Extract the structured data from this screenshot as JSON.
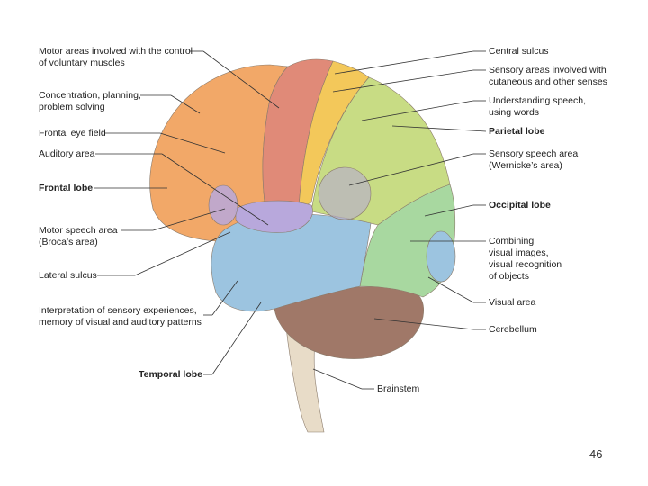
{
  "labels_left": [
    {
      "id": "motor-areas",
      "lines": [
        "Motor areas involved with the control",
        "of voluntary muscles"
      ],
      "bold": false
    },
    {
      "id": "concentration",
      "lines": [
        "Concentration, planning,",
        "problem solving"
      ],
      "bold": false
    },
    {
      "id": "frontal-eye-field",
      "lines": [
        "Frontal eye field"
      ],
      "bold": false
    },
    {
      "id": "auditory-area",
      "lines": [
        "Auditory area"
      ],
      "bold": false
    },
    {
      "id": "frontal-lobe",
      "lines": [
        "Frontal lobe"
      ],
      "bold": true
    },
    {
      "id": "motor-speech",
      "lines": [
        "Motor speech area",
        "(Broca’s area)"
      ],
      "bold": false
    },
    {
      "id": "lateral-sulcus",
      "lines": [
        "Lateral sulcus"
      ],
      "bold": false
    },
    {
      "id": "interpretation",
      "lines": [
        "Interpretation of sensory experiences,",
        "memory of visual and auditory patterns"
      ],
      "bold": false
    },
    {
      "id": "temporal-lobe",
      "lines": [
        "Temporal lobe"
      ],
      "bold": true
    }
  ],
  "labels_right": [
    {
      "id": "central-sulcus",
      "lines": [
        "Central sulcus"
      ],
      "bold": false
    },
    {
      "id": "sensory-areas",
      "lines": [
        "Sensory areas involved with",
        "cutaneous and other senses"
      ],
      "bold": false
    },
    {
      "id": "understanding-speech",
      "lines": [
        "Understanding speech,",
        "using words"
      ],
      "bold": false
    },
    {
      "id": "parietal-lobe",
      "lines": [
        "Parietal lobe"
      ],
      "bold": true
    },
    {
      "id": "sensory-speech",
      "lines": [
        "Sensory speech area",
        "(Wernicke’s area)"
      ],
      "bold": false
    },
    {
      "id": "occipital-lobe",
      "lines": [
        "Occipital lobe"
      ],
      "bold": true
    },
    {
      "id": "combining",
      "lines": [
        "Combining",
        "visual images,",
        "visual recognition",
        "of objects"
      ],
      "bold": false
    },
    {
      "id": "visual-area",
      "lines": [
        "Visual area"
      ],
      "bold": false
    },
    {
      "id": "cerebellum",
      "lines": [
        "Cerebellum"
      ],
      "bold": false
    }
  ],
  "labels_bottom": [
    {
      "id": "brainstem",
      "lines": [
        "Brainstem"
      ],
      "bold": false
    }
  ],
  "page_number": "46",
  "colors": {
    "frontal": "#f2a868",
    "motor_strip": "#e08a78",
    "sensory_strip": "#f3c85a",
    "parietal": "#c8dc84",
    "occipital": "#a8d8a0",
    "temporal": "#9cc4e0",
    "auditory": "#b8a8dc",
    "cerebellum": "#a07868",
    "brainstem": "#e8dcc8"
  }
}
